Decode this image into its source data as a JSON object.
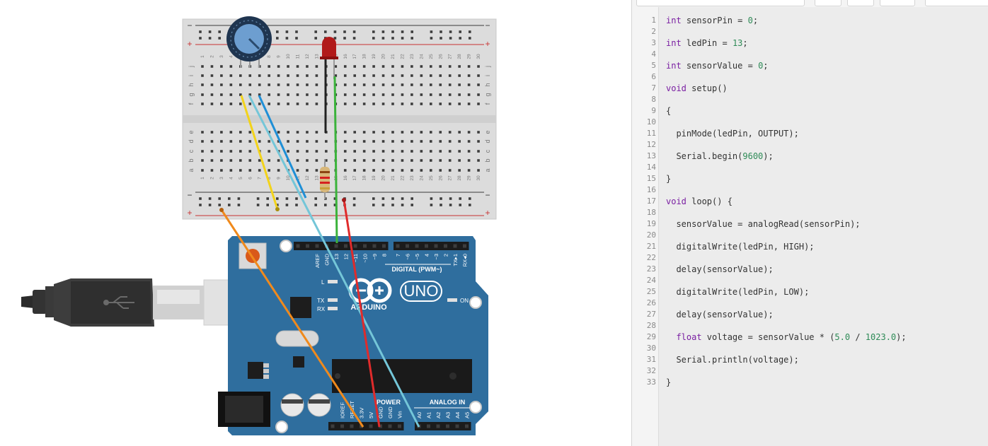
{
  "breadboard": {
    "rail_minus": "−",
    "rail_plus": "+",
    "row_letters_top": [
      "j",
      "i",
      "h",
      "g",
      "f"
    ],
    "row_letters_bottom": [
      "e",
      "d",
      "c",
      "b",
      "a"
    ],
    "column_numbers": [
      "1",
      "2",
      "3",
      "4",
      "5",
      "6",
      "7",
      "8",
      "9",
      "10",
      "11",
      "12",
      "13",
      "14",
      "15",
      "16",
      "17",
      "18",
      "19",
      "20",
      "21",
      "22",
      "23",
      "24",
      "25",
      "26",
      "27",
      "28",
      "29",
      "30"
    ]
  },
  "arduino": {
    "brand": "ARDUINO",
    "model": "UNO",
    "digital_label": "DIGITAL (PWM~)",
    "digital_pins": [
      "AREF",
      "GND",
      "13",
      "12",
      "~11",
      "~10",
      "~9",
      "8",
      "7",
      "~6",
      "~5",
      "4",
      "~3",
      "2",
      "TX▸1",
      "RX◂0"
    ],
    "power_label": "POWER",
    "power_pins": [
      "IOREF",
      "RESET",
      "3.3V",
      "5V",
      "GND",
      "GND",
      "Vin"
    ],
    "analog_label": "ANALOG IN",
    "analog_pins": [
      "A0",
      "A1",
      "A2",
      "A3",
      "A4",
      "A5"
    ],
    "led_l": "L",
    "led_tx": "TX",
    "led_rx": "RX",
    "led_on": "ON"
  },
  "code": {
    "line_numbers": [
      "1",
      "2",
      "3",
      "4",
      "5",
      "6",
      "7",
      "8",
      "9",
      "10",
      "11",
      "12",
      "13",
      "14",
      "15",
      "16",
      "17",
      "18",
      "19",
      "20",
      "21",
      "22",
      "23",
      "24",
      "25",
      "26",
      "27",
      "28",
      "29",
      "30",
      "31",
      "32",
      "33"
    ],
    "lines": [
      {
        "n": 1,
        "parts": [
          [
            "kw",
            "int"
          ],
          [
            "t",
            " sensorPin = "
          ],
          [
            "num",
            "0"
          ],
          [
            "t",
            ";"
          ]
        ]
      },
      {
        "n": 3,
        "parts": [
          [
            "kw",
            "int"
          ],
          [
            "t",
            " ledPin = "
          ],
          [
            "num",
            "13"
          ],
          [
            "t",
            ";"
          ]
        ]
      },
      {
        "n": 5,
        "parts": [
          [
            "kw",
            "int"
          ],
          [
            "t",
            " sensorValue = "
          ],
          [
            "num",
            "0"
          ],
          [
            "t",
            ";"
          ]
        ]
      },
      {
        "n": 7,
        "parts": [
          [
            "kw",
            "void"
          ],
          [
            "t",
            " setup()"
          ]
        ]
      },
      {
        "n": 9,
        "parts": [
          [
            "t",
            "{"
          ]
        ]
      },
      {
        "n": 11,
        "parts": [
          [
            "t",
            "  pinMode(ledPin, OUTPUT);"
          ]
        ]
      },
      {
        "n": 13,
        "parts": [
          [
            "t",
            "  Serial.begin("
          ],
          [
            "num",
            "9600"
          ],
          [
            "t",
            ");"
          ]
        ]
      },
      {
        "n": 15,
        "parts": [
          [
            "t",
            "}"
          ]
        ]
      },
      {
        "n": 17,
        "parts": [
          [
            "kw",
            "void"
          ],
          [
            "t",
            " loop() {"
          ]
        ]
      },
      {
        "n": 19,
        "parts": [
          [
            "t",
            "  sensorValue = analogRead(sensorPin);"
          ]
        ]
      },
      {
        "n": 21,
        "parts": [
          [
            "t",
            "  digitalWrite(ledPin, HIGH);"
          ]
        ]
      },
      {
        "n": 23,
        "parts": [
          [
            "t",
            "  delay(sensorValue);"
          ]
        ]
      },
      {
        "n": 25,
        "parts": [
          [
            "t",
            "  digitalWrite(ledPin, LOW);"
          ]
        ]
      },
      {
        "n": 27,
        "parts": [
          [
            "t",
            "  delay(sensorValue);"
          ]
        ]
      },
      {
        "n": 29,
        "parts": [
          [
            "t",
            "  "
          ],
          [
            "kw",
            "float"
          ],
          [
            "t",
            " voltage = sensorValue * ("
          ],
          [
            "num",
            "5.0"
          ],
          [
            "t",
            " / "
          ],
          [
            "num",
            "1023.0"
          ],
          [
            "t",
            ");"
          ]
        ]
      },
      {
        "n": 31,
        "parts": [
          [
            "t",
            "  Serial.println(voltage);"
          ]
        ]
      },
      {
        "n": 33,
        "parts": [
          [
            "t",
            "}"
          ]
        ]
      }
    ]
  },
  "colors": {
    "board_blue": "#2f6e9e",
    "wire_orange": "#f08a1c",
    "wire_yellow": "#f2d31b",
    "wire_blue": "#1f8fd6",
    "wire_light_blue": "#74c6d8",
    "wire_green": "#3bb33b",
    "wire_red": "#e02b2b",
    "wire_black": "#222222",
    "keyword": "#7a1fa2",
    "number": "#2e8b57"
  }
}
